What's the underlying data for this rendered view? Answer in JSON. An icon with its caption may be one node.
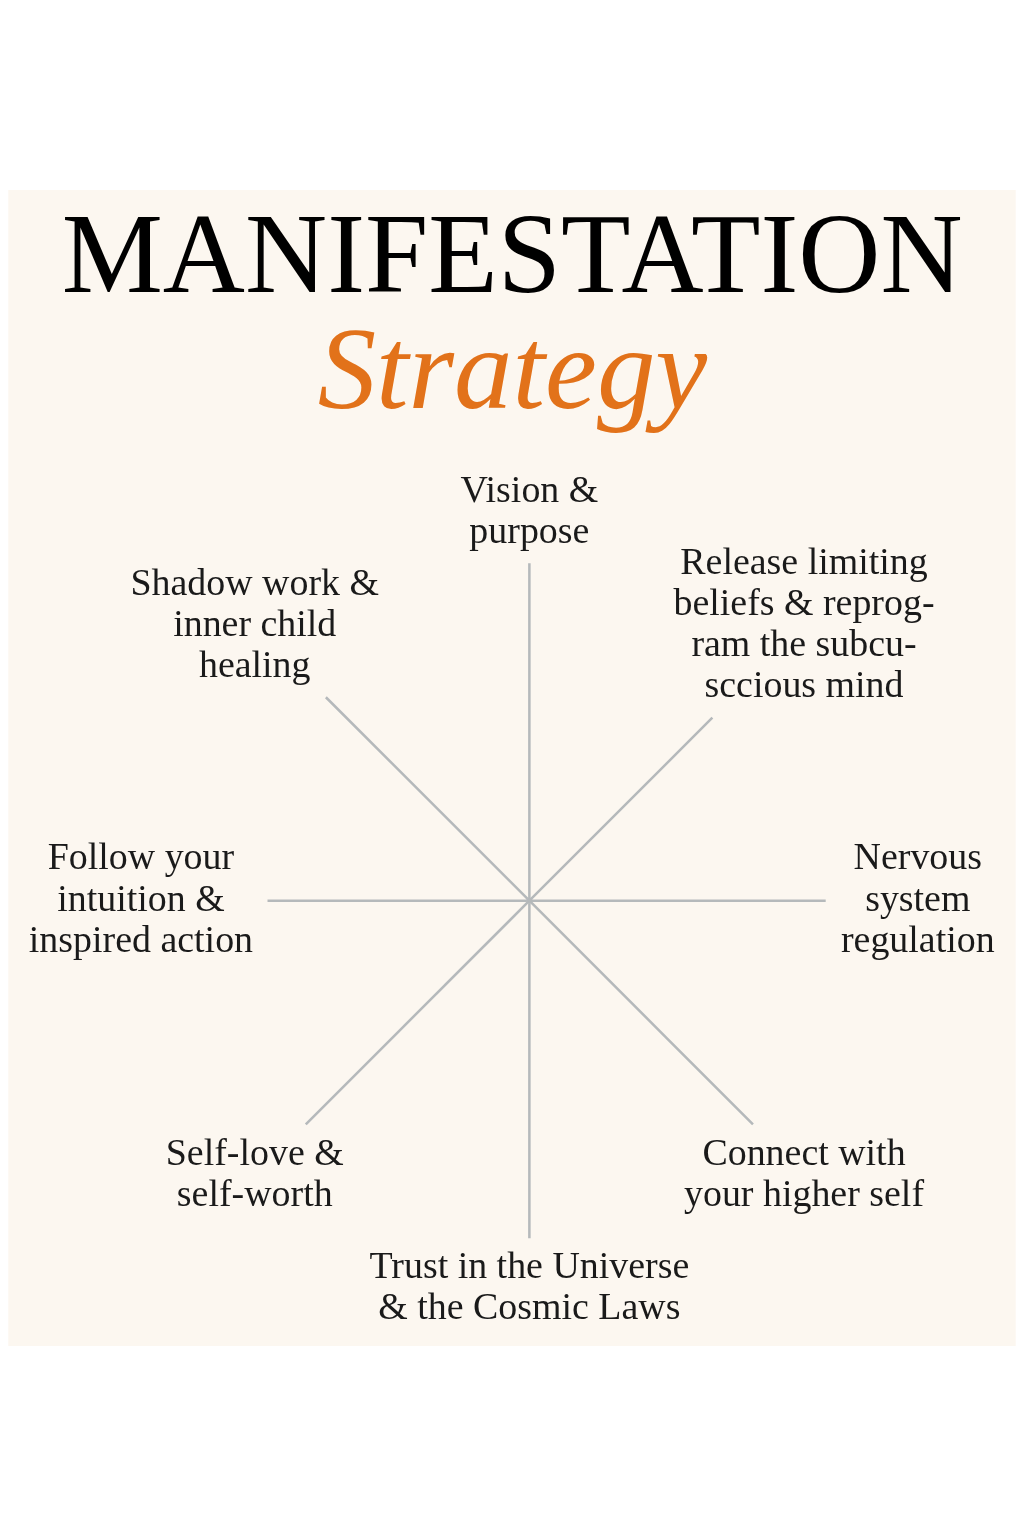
{
  "diagram": {
    "title": "MANIFESTATION Strategy",
    "nodes": [
      {
        "text": [
          "Vision & purpose"
        ]
      },
      {
        "text": [
          "Shadow work & inner child healing"
        ]
      },
      {
        "text": [
          "Release limiting beliefs & reprog- ram the subcu- sccious mind"
        ]
      },
      {
        "text": [
          "Follow your intuition & inspired action"
        ]
      },
      {
        "text": [],
        "shape": "point"
      },
      {
        "text": [
          "Nervous system regulation"
        ]
      },
      {
        "text": [
          "Self-love & self-worth"
        ]
      },
      {
        "text": [
          "Connect with your higher self"
        ]
      },
      {
        "text": [
          "Trust in the Universe & the Cosmic Laws"
        ]
      }
    ],
    "edges": [
      {
        "from": 4,
        "to": 0,
        "arrow": "none"
      },
      {
        "from": 4,
        "to": 2,
        "arrow": "none"
      },
      {
        "from": 4,
        "to": 5,
        "arrow": "none"
      },
      {
        "from": 4,
        "to": 7,
        "arrow": "none"
      },
      {
        "from": 4,
        "to": 8,
        "arrow": "none"
      },
      {
        "from": 4,
        "to": 6,
        "arrow": "none"
      },
      {
        "from": 4,
        "to": 3,
        "arrow": "none"
      },
      {
        "from": 4,
        "to": 1,
        "arrow": "none"
      }
    ]
  }
}
